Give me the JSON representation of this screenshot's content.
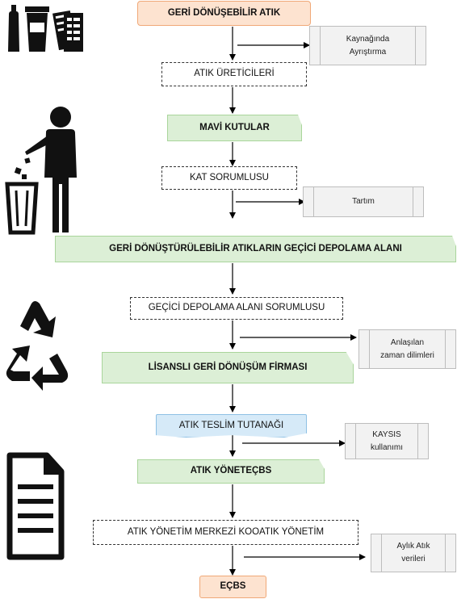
{
  "flow": {
    "geri_donusebilir_atik": "GERİ DÖNÜŞEBİLİR ATIK",
    "atik_ureticileri": "ATIK ÜRETİCİLERİ",
    "mavi_kutular": "MAVİ KUTULAR",
    "kat_sorumlusu": "KAT SORUMLUSU",
    "gecici_depolama_alani": "GERİ DÖNÜŞTÜRÜLEBİLİR ATIKLARIN GEÇİCİ DEPOLAMA ALANI",
    "gecici_depolama_sorumlusu": "GEÇİCİ DEPOLAMA ALANI SORUMLUSU",
    "lisansli_firma": "LİSANSLI GERİ DÖNÜŞÜM FİRMASI",
    "atik_teslim_tutanagi": "ATIK TESLİM TUTANAĞI",
    "atik_yonetecbs": "ATIK YÖNETEÇBS",
    "atik_yonetim_merkezi": "ATIK YÖNETİM MERKEZİ KOOATIK YÖNETİM",
    "ecbs": "EÇBS"
  },
  "side_notes": {
    "kaynaginda_ayristirma": "Kaynağında\nAyrıştırma",
    "tartim": "Tartım",
    "anlasilan_zaman": "Anlaşılan\nzaman dilimleri",
    "kaysis": "KAYSIS\nkullanımı",
    "aylik_atik": "Aylık Atık\nverileri"
  },
  "icons": [
    "recyclables-icon",
    "person-trash-bin-icon",
    "recycle-icon",
    "document-icon"
  ],
  "colors": {
    "orange": "#fde3d0",
    "green": "#dcefd6",
    "blue": "#d6eaf8",
    "note_gray": "#f2f2f2"
  }
}
